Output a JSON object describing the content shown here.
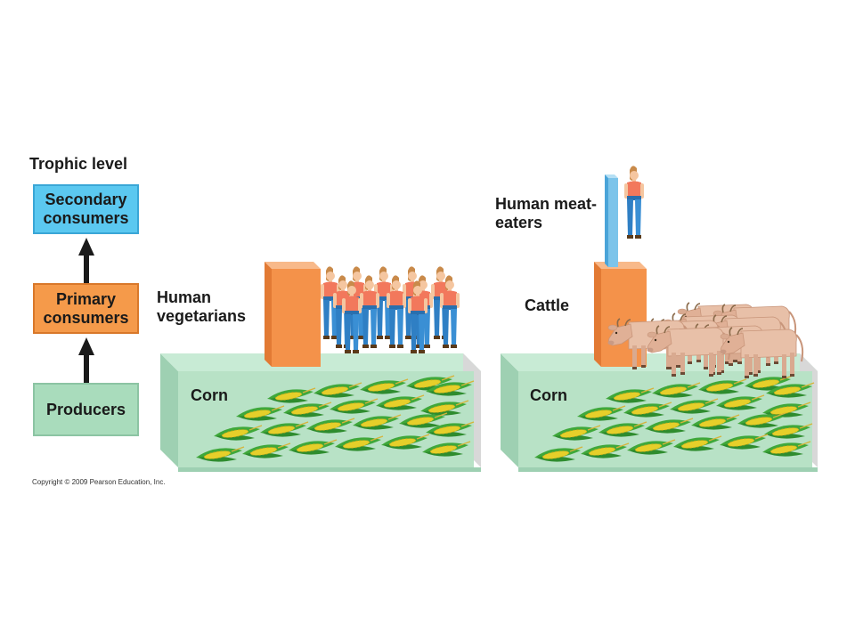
{
  "trophic": {
    "heading": "Trophic level",
    "secondary": "Secondary consumers",
    "primary": "Primary consumers",
    "producers": "Producers"
  },
  "vegetarian_pyramid": {
    "consumer_label": "Human vegetarians",
    "producer_label": "Corn"
  },
  "meat_pyramid": {
    "top_label": "Human meat-eaters",
    "middle_label": "Cattle",
    "producer_label": "Corn"
  },
  "copyright": "Copyright © 2009 Pearson Education, Inc.",
  "colors": {
    "secondary": "#5bc8f0",
    "primary": "#f59a4a",
    "producers": "#a9dcbc",
    "corn_block": "#b8e2c6",
    "orange_block": "#f4924a",
    "blue_block": "#7cc4ea",
    "human_shirt": "#f2785c",
    "human_jeans": "#2f7fc4",
    "cattle": "#e8c0a8",
    "corn_leaf": "#3fa83a",
    "corn_cob": "#e6cf2a"
  }
}
